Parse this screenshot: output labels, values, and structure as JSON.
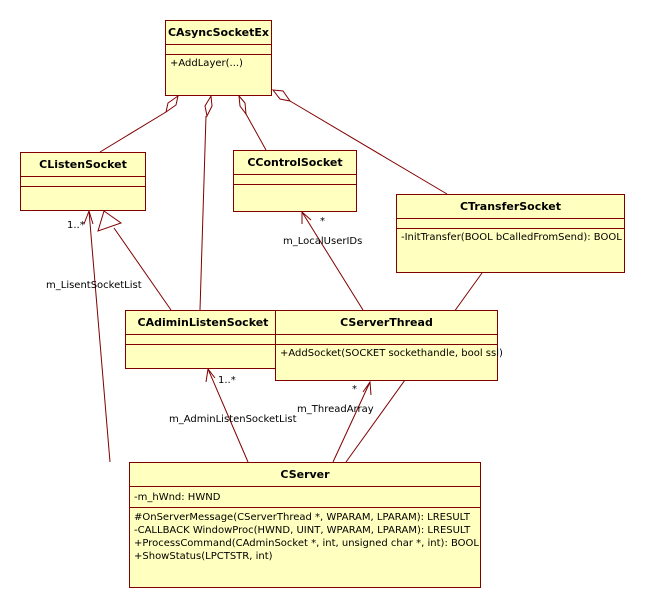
{
  "diagram": {
    "type": "UML class diagram",
    "colors": {
      "box_fill": "#ffffc0",
      "stroke": "#800000",
      "text": "#000000"
    },
    "classes": [
      {
        "id": "CAsyncSocketEx",
        "name": "CAsyncSocketEx",
        "attributes": [],
        "operations": [
          "+AddLayer(...)"
        ]
      },
      {
        "id": "CListenSocket",
        "name": "CListenSocket",
        "attributes": [],
        "operations": []
      },
      {
        "id": "CControlSocket",
        "name": "CControlSocket",
        "attributes": [],
        "operations": []
      },
      {
        "id": "CTransferSocket",
        "name": "CTransferSocket",
        "attributes": [],
        "operations": [
          "-InitTransfer(BOOL bCalledFromSend): BOOL"
        ]
      },
      {
        "id": "CAdiminListenSocket",
        "name": "CAdiminListenSocket",
        "attributes": [],
        "operations": []
      },
      {
        "id": "CServerThread",
        "name": "CServerThread",
        "attributes": [],
        "operations": [
          "+AddSocket(SOCKET sockethandle, bool ssl)"
        ]
      },
      {
        "id": "CServer",
        "name": "CServer",
        "attributes": [
          "-m_hWnd: HWND"
        ],
        "operations": [
          "#OnServerMessage(CServerThread *, WPARAM, LPARAM): LRESULT",
          "-CALLBACK WindowProc(HWND, UINT, WPARAM, LPARAM): LRESULT",
          "+ProcessCommand(CAdminSocket *, int, unsigned char *, int): BOOL",
          "+ShowStatus(LPCTSTR, int)"
        ]
      }
    ],
    "relationships": [
      {
        "type": "aggregation",
        "whole": "CAsyncSocketEx",
        "part": "CListenSocket"
      },
      {
        "type": "aggregation",
        "whole": "CAsyncSocketEx",
        "part": "CAdiminListenSocket"
      },
      {
        "type": "aggregation",
        "whole": "CAsyncSocketEx",
        "part": "CControlSocket"
      },
      {
        "type": "aggregation",
        "whole": "CAsyncSocketEx",
        "part": "CTransferSocket"
      },
      {
        "type": "generalization",
        "from": "CAdiminListenSocket",
        "to": "CListenSocket"
      },
      {
        "type": "association",
        "from": "CServer",
        "to": "CListenSocket",
        "role": "m_LisentSocketList",
        "multiplicity": "1..*"
      },
      {
        "type": "association",
        "from": "CServer",
        "to": "CAdiminListenSocket",
        "role": "m_AdminListenSocketList",
        "multiplicity": "1..*"
      },
      {
        "type": "association",
        "from": "CServer",
        "to": "CServerThread",
        "role": "m_ThreadArray",
        "multiplicity": "*"
      },
      {
        "type": "association",
        "from": "CServerThread",
        "to": "CControlSocket",
        "role": "m_LocalUserIDs",
        "multiplicity": "*"
      },
      {
        "type": "dependency-line",
        "from": "CServer",
        "to": "CTransferSocket"
      }
    ],
    "labels": {
      "listen_mult": "1..*",
      "listen_role": "m_LisentSocketList",
      "admin_mult": "1..*",
      "admin_role": "m_AdminListenSocketList",
      "thread_mult": "*",
      "thread_role": "m_ThreadArray",
      "control_mult": "*",
      "control_role": "m_LocalUserIDs"
    }
  }
}
